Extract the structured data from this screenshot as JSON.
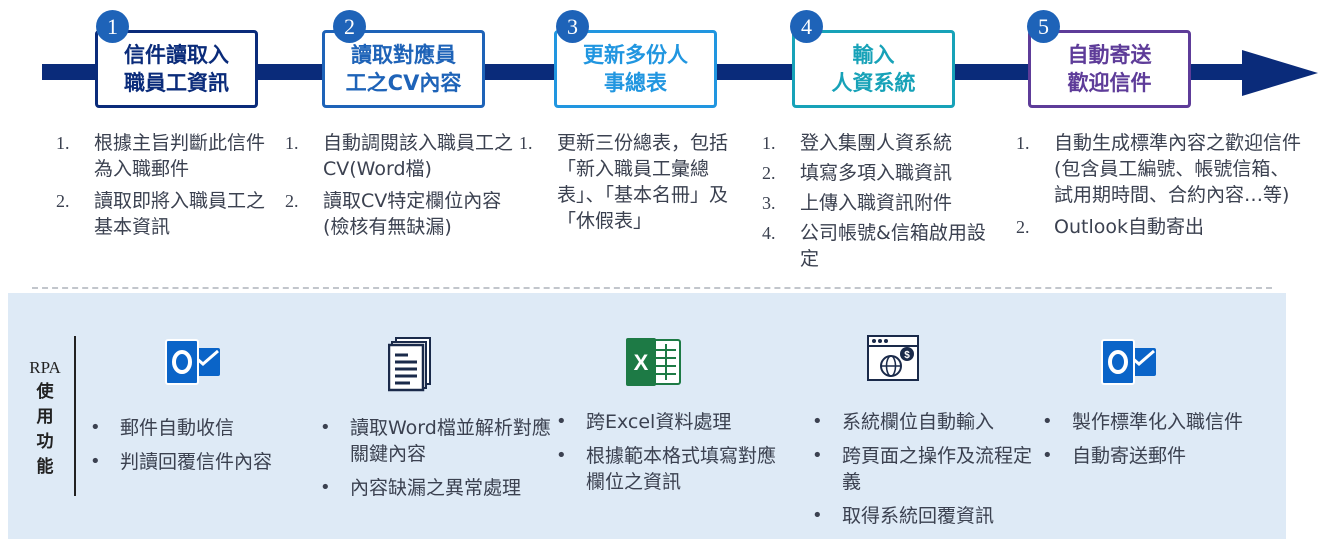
{
  "steps": [
    {
      "num": "1",
      "title": "信件讀取入\n職員工資訊",
      "color": "#0a2b7a",
      "items": [
        {
          "n": "1.",
          "t": "根據主旨判斷此信件為入職郵件"
        },
        {
          "n": "2.",
          "t": "讀取即將入職員工之基本資訊"
        }
      ]
    },
    {
      "num": "2",
      "title": "讀取對應員\n工之CV內容",
      "color": "#1e63b8",
      "items": [
        {
          "n": "1.",
          "t": "自動調閱該入職員工之CV(Word檔)"
        },
        {
          "n": "2.",
          "t": "讀取CV特定欄位內容(檢核有無缺漏)"
        }
      ]
    },
    {
      "num": "3",
      "title": "更新多份人\n事總表",
      "color": "#2196e0",
      "items": [
        {
          "n": "1.",
          "t": "更新三份總表，包括「新入職員工彙總表」、「基本名冊」及「休假表」"
        }
      ]
    },
    {
      "num": "4",
      "title": "輸入\n人資系統",
      "color": "#17a2b8",
      "items": [
        {
          "n": "1.",
          "t": "登入集團人資系統"
        },
        {
          "n": "2.",
          "t": "填寫多項入職資訊"
        },
        {
          "n": "3.",
          "t": "上傳入職資訊附件"
        },
        {
          "n": "4.",
          "t": "公司帳號&信箱啟用設定"
        }
      ]
    },
    {
      "num": "5",
      "title": "自動寄送\n歡迎信件",
      "color": "#5e3c99",
      "items": [
        {
          "n": "1.",
          "t": "自動生成標準內容之歡迎信件(包含員工編號、帳號信箱、試用期時間、合約內容…等)"
        },
        {
          "n": "2.",
          "t": "Outlook自動寄出"
        }
      ]
    }
  ],
  "rpa": {
    "en": "RPA",
    "zh": [
      "使",
      "用",
      "功",
      "能"
    ]
  },
  "functions": [
    {
      "icon": "outlook-icon",
      "items": [
        "郵件自動收信",
        "判讀回覆信件內容"
      ]
    },
    {
      "icon": "document-icon",
      "items": [
        "讀取Word檔並解析對應關鍵內容",
        "內容缺漏之異常處理"
      ]
    },
    {
      "icon": "excel-icon",
      "items": [
        "跨Excel資料處理",
        "根據範本格式填寫對應欄位之資訊"
      ]
    },
    {
      "icon": "web-browser-icon",
      "items": [
        "系統欄位自動輸入",
        "跨頁面之操作及流程定義",
        "取得系統回覆資訊"
      ]
    },
    {
      "icon": "outlook-icon",
      "items": [
        "製作標準化入職信件",
        "自動寄送郵件"
      ]
    }
  ],
  "colors": {
    "arrow": "#0a2b7a",
    "badge": "#1e63b8",
    "panel": "#deeaf6",
    "outlook": "#0a64c8",
    "excel": "#1d7a45"
  }
}
